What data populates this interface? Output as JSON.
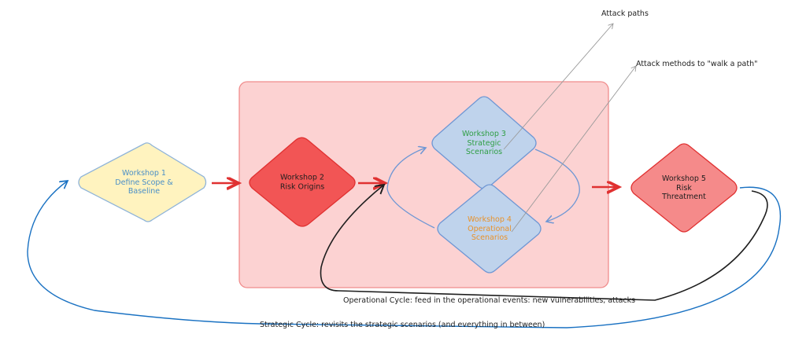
{
  "workshops": [
    {
      "lines": [
        "Workshop 1",
        "Define Scope &",
        "Baseline"
      ],
      "fill": "#fff3bf",
      "stroke": "#8fb4d9",
      "text_color": "#4a8fc7"
    },
    {
      "lines": [
        "Workshop 2",
        "Risk Origins"
      ],
      "fill": "#f25555",
      "stroke": "#e03131",
      "text_color": "#1e1e1e"
    },
    {
      "lines": [
        "Workshop 3",
        "Strategic",
        "Scenarios"
      ],
      "fill": "#bfd3ec",
      "stroke": "#6f97d4",
      "text_color": "#2f9e44"
    },
    {
      "lines": [
        "Workshop 4",
        "Operational",
        "Scenarios"
      ],
      "fill": "#bfd3ec",
      "stroke": "#6f97d4",
      "text_color": "#e8922b"
    },
    {
      "lines": [
        "Workshop 5",
        "Risk",
        "Threatment"
      ],
      "fill": "#f58a8a",
      "stroke": "#e03131",
      "text_color": "#1e1e1e"
    }
  ],
  "annotations": {
    "attack_paths": "Attack paths",
    "attack_methods": "Attack methods to \"walk a path\"",
    "operational_cycle": "Operational Cycle: feed in the operational events: new vulnerabilities, attacks",
    "strategic_cycle": "Strategic Cycle: revisits the strategic scenarios (and everything in between)"
  },
  "colors": {
    "risk_box_fill": "#fcd2d2",
    "risk_box_stroke": "#f08c8c",
    "flow_arrow": "#e03131",
    "strategic_cycle_line": "#1971c2",
    "operational_cycle_line": "#1e1e1e",
    "loop_line": "#6f97d4",
    "pointer_line": "#9a9a9a"
  }
}
